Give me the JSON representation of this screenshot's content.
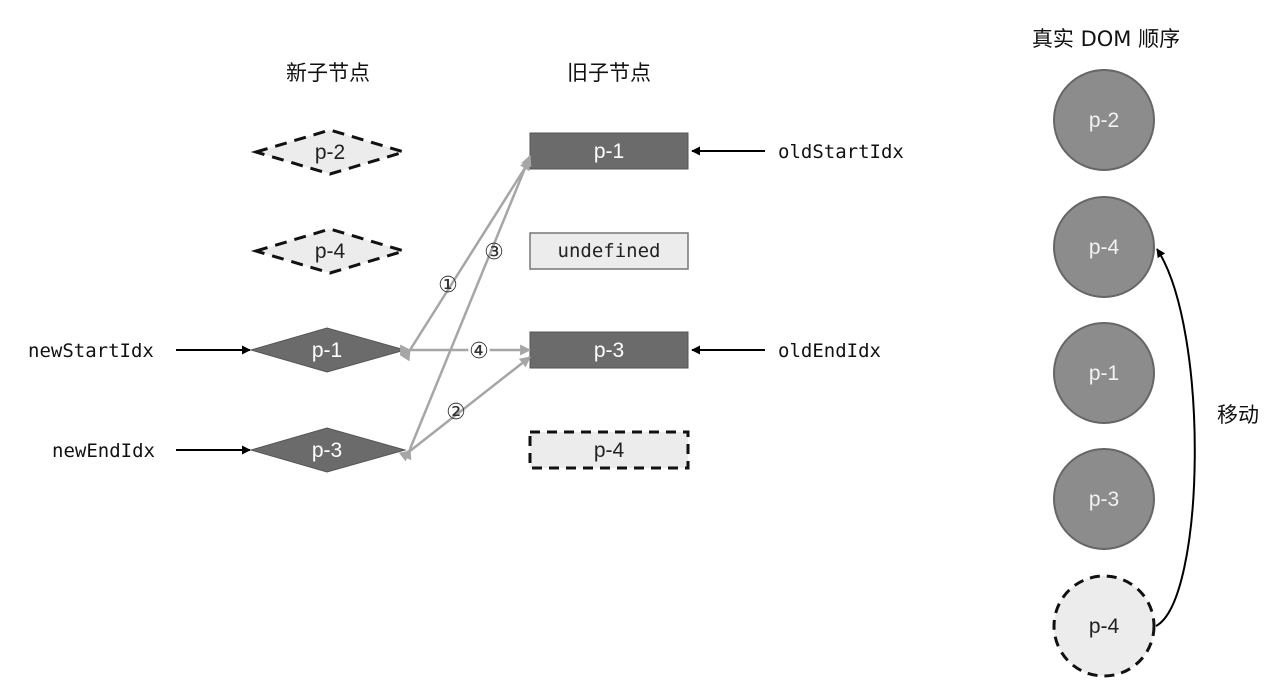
{
  "headers": {
    "new_children": "新子节点",
    "old_children": "旧子节点",
    "real_dom_order": "真实 DOM 顺序"
  },
  "new_children": [
    {
      "label": "p-2",
      "style": "dashed"
    },
    {
      "label": "p-4",
      "style": "dashed"
    },
    {
      "label": "p-1",
      "style": "solid"
    },
    {
      "label": "p-3",
      "style": "solid"
    }
  ],
  "old_children": [
    {
      "label": "p-1",
      "style": "solid"
    },
    {
      "label": "undefined",
      "style": "empty"
    },
    {
      "label": "p-3",
      "style": "solid"
    },
    {
      "label": "p-4",
      "style": "dashed"
    }
  ],
  "pointers": {
    "new_start": "newStartIdx",
    "new_end": "newEndIdx",
    "old_start": "oldStartIdx",
    "old_end": "oldEndIdx"
  },
  "step_labels": [
    "①",
    "②",
    "③",
    "④"
  ],
  "real_dom": [
    {
      "label": "p-2",
      "style": "solid"
    },
    {
      "label": "p-4",
      "style": "solid"
    },
    {
      "label": "p-1",
      "style": "solid"
    },
    {
      "label": "p-3",
      "style": "solid"
    },
    {
      "label": "p-4",
      "style": "dashed"
    }
  ],
  "move_label": "移动",
  "colors": {
    "node_dark": "#6b6b6b",
    "node_light": "#ececec",
    "dom_circle": "#8c8c8c",
    "compare_arrow": "#a6a6a6"
  }
}
